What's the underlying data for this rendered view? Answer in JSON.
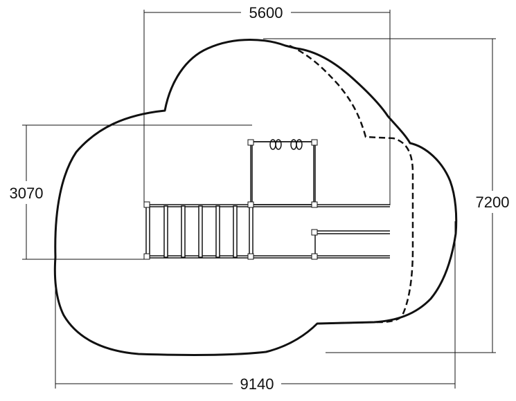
{
  "dimensions": {
    "top_width": "5600",
    "left_height": "3070",
    "right_height": "7200",
    "bottom_width": "9140"
  },
  "colors": {
    "line": "#111111",
    "background": "#ffffff"
  }
}
